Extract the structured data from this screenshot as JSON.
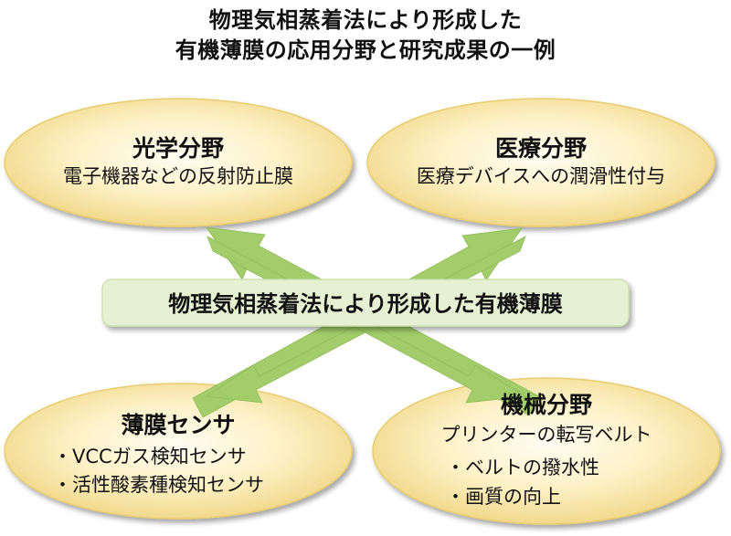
{
  "title": {
    "line1": "物理気相蒸着法により形成した",
    "line2": "有機薄膜の応用分野と研究成果の一例"
  },
  "center": {
    "label": "物理気相蒸着法により形成した有機薄膜"
  },
  "nodes": {
    "optical": {
      "heading": "光学分野",
      "text": "電子機器などの反射防止膜"
    },
    "medical": {
      "heading": "医療分野",
      "text": "医療デバイスへの潤滑性付与"
    },
    "sensor": {
      "heading": "薄膜センサ",
      "bullets": [
        "・VCCガス検知センサ",
        "・活性酸素種検知センサ"
      ]
    },
    "mechanical": {
      "heading": "機械分野",
      "text": "プリンターの転写ベルト",
      "bullets": [
        "・ベルトの撥水性",
        "・画質の向上"
      ]
    }
  },
  "colors": {
    "ellipse_fill": "#fdf1c6",
    "ellipse_edge": "#e9cc6e",
    "arrow": "#a2cd6a",
    "center_fill": "#e6f0d2",
    "center_edge": "#c9deaa"
  }
}
